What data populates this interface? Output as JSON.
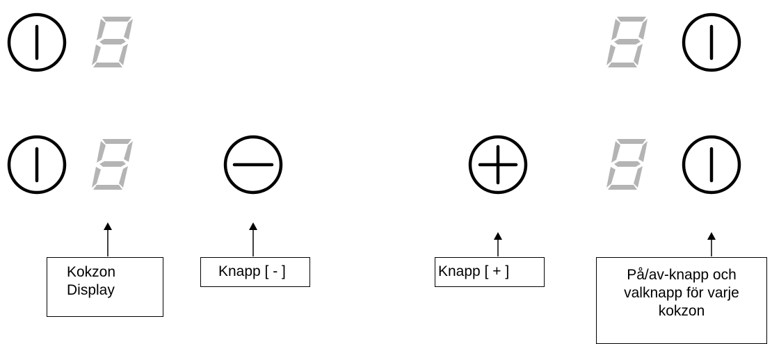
{
  "colors": {
    "line": "#000000",
    "segment_display": "#b4b4b4",
    "background": "#ffffff"
  },
  "icons": {
    "power": "power-icon",
    "minus": "minus-icon",
    "plus": "plus-icon",
    "segment": "seven-segment-8-icon"
  },
  "display_digit": "8",
  "callouts": {
    "display": "Kokzon\nDisplay",
    "minus": "Knapp [ - ]",
    "plus": "Knapp   [ + ]",
    "power": "På/av-knapp och\nvalknapp för varje\nkokzon"
  }
}
